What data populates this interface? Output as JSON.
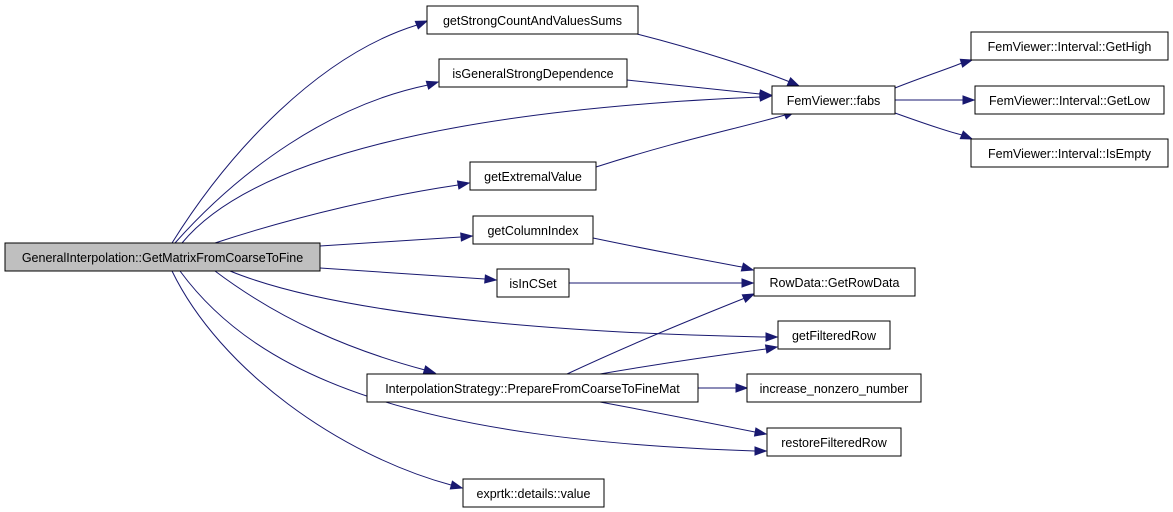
{
  "colors": {
    "edge": "#191970",
    "root_fill": "#bfbfbf",
    "node_fill": "#ffffff",
    "node_border": "#000000"
  },
  "nodes": {
    "root": "GeneralInterpolation::GetMatrixFromCoarseToFine",
    "getStrongCountAndValuesSums": "getStrongCountAndValuesSums",
    "isGeneralStrongDependence": "isGeneralStrongDependence",
    "getExtremalValue": "getExtremalValue",
    "getColumnIndex": "getColumnIndex",
    "isInCSet": "isInCSet",
    "prepareFromCoarseToFineMat": "InterpolationStrategy::PrepareFromCoarseToFineMat",
    "exprtkValue": "exprtk::details::value",
    "fabs": "FemViewer::fabs",
    "getRowData": "RowData::GetRowData",
    "getFilteredRow": "getFilteredRow",
    "increaseNonzeroNumber": "increase_nonzero_number",
    "restoreFilteredRow": "restoreFilteredRow",
    "getHigh": "FemViewer::Interval::GetHigh",
    "getLow": "FemViewer::Interval::GetLow",
    "isEmpty": "FemViewer::Interval::IsEmpty"
  },
  "edges": [
    [
      "root",
      "getStrongCountAndValuesSums"
    ],
    [
      "root",
      "isGeneralStrongDependence"
    ],
    [
      "root",
      "fabs"
    ],
    [
      "root",
      "getExtremalValue"
    ],
    [
      "root",
      "getColumnIndex"
    ],
    [
      "root",
      "isInCSet"
    ],
    [
      "root",
      "getFilteredRow"
    ],
    [
      "root",
      "prepareFromCoarseToFineMat"
    ],
    [
      "root",
      "restoreFilteredRow"
    ],
    [
      "root",
      "exprtkValue"
    ],
    [
      "getStrongCountAndValuesSums",
      "fabs"
    ],
    [
      "isGeneralStrongDependence",
      "fabs"
    ],
    [
      "getExtremalValue",
      "fabs"
    ],
    [
      "getColumnIndex",
      "getRowData"
    ],
    [
      "isInCSet",
      "getRowData"
    ],
    [
      "prepareFromCoarseToFineMat",
      "getRowData"
    ],
    [
      "prepareFromCoarseToFineMat",
      "getFilteredRow"
    ],
    [
      "prepareFromCoarseToFineMat",
      "increaseNonzeroNumber"
    ],
    [
      "prepareFromCoarseToFineMat",
      "restoreFilteredRow"
    ],
    [
      "fabs",
      "getHigh"
    ],
    [
      "fabs",
      "getLow"
    ],
    [
      "fabs",
      "isEmpty"
    ]
  ]
}
